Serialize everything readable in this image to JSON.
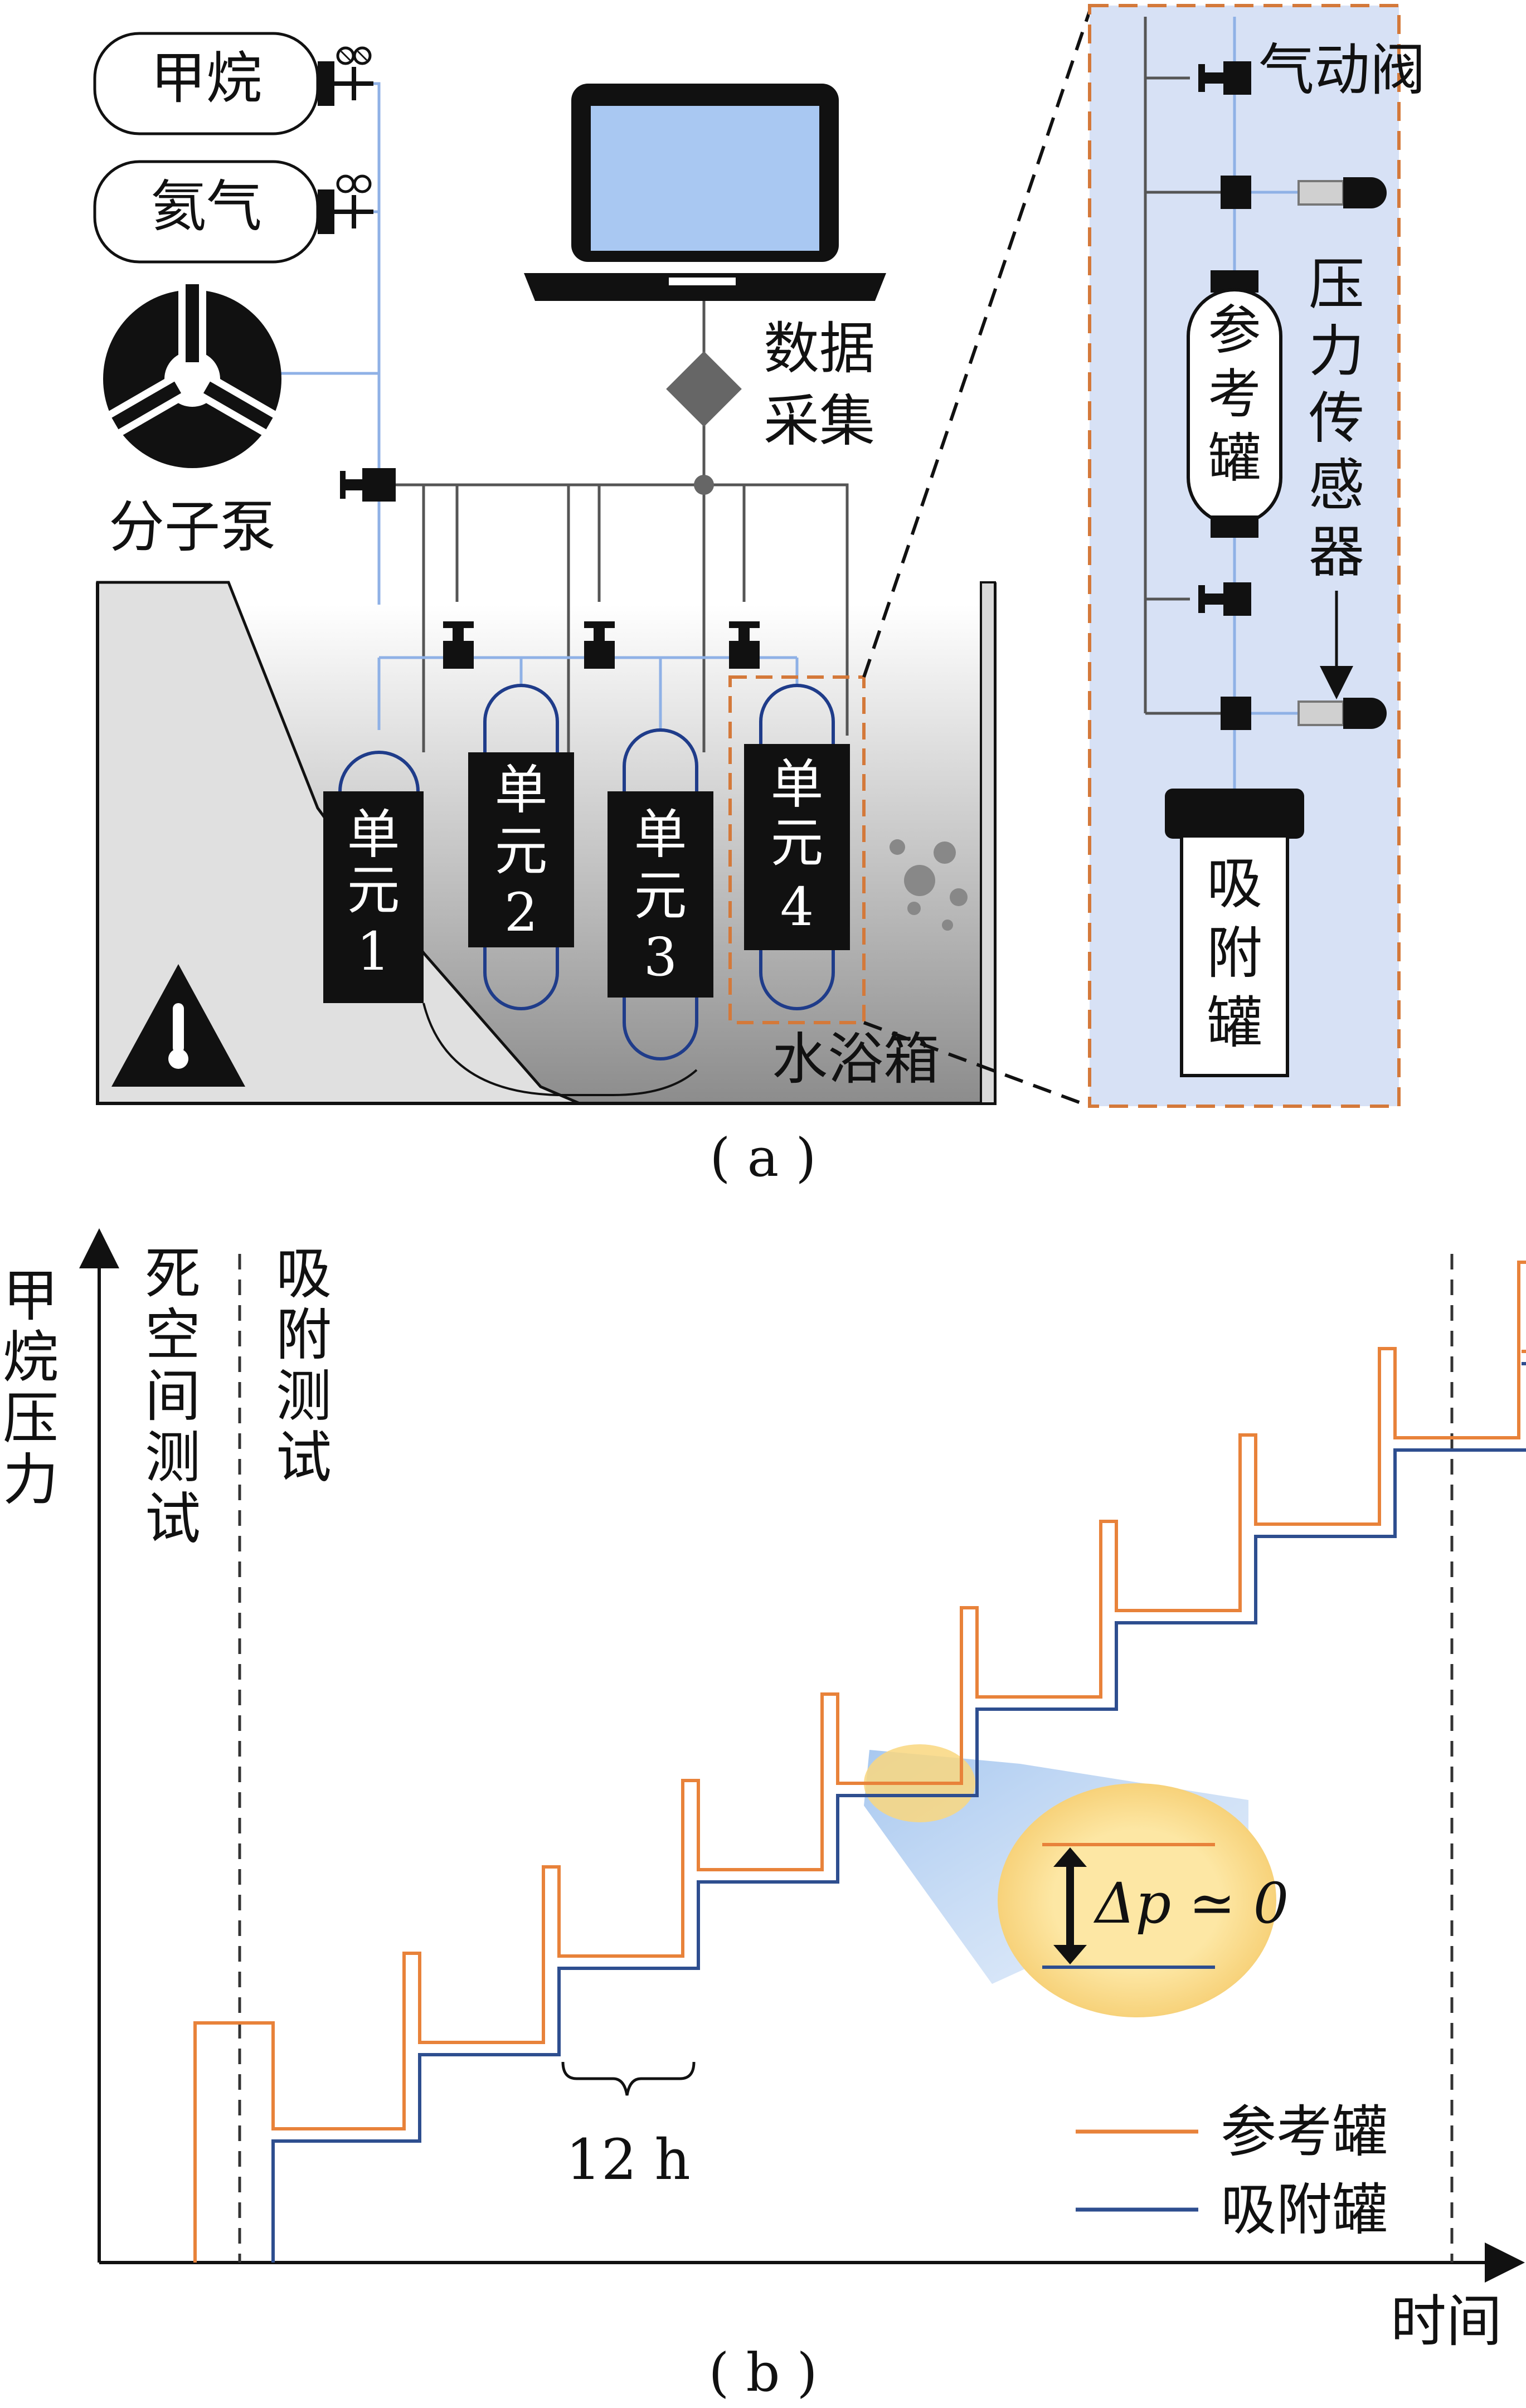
{
  "panel_a": {
    "caption": "( a )",
    "gas_methane": "甲烷",
    "gas_helium": "氦气",
    "pump": "分子泵",
    "computer_label_1": "数据",
    "computer_label_2": "采集",
    "units": [
      {
        "l1": "单",
        "l2": "元",
        "l3": "1"
      },
      {
        "l1": "单",
        "l2": "元",
        "l3": "2"
      },
      {
        "l1": "单",
        "l2": "元",
        "l3": "3"
      },
      {
        "l1": "单",
        "l2": "元",
        "l3": "4"
      }
    ],
    "water_bath": "水浴箱",
    "inset": {
      "valve": "气动阀",
      "ref_tank": [
        "参",
        "考",
        "罐"
      ],
      "sensor": [
        "压",
        "力",
        "传",
        "感",
        "器"
      ],
      "ads_tank": [
        "吸",
        "附",
        "罐"
      ]
    }
  },
  "panel_b": {
    "caption": "( b )",
    "y_label": [
      "甲",
      "烷",
      "压",
      "力"
    ],
    "x_label": "时间",
    "phase_1": [
      "死",
      "空",
      "间",
      "测",
      "试"
    ],
    "phase_2": [
      "吸",
      "附",
      "测",
      "试"
    ],
    "interval": "12 h",
    "delta": "Δp ≃ 0",
    "colors": {
      "reference": "#E8823A",
      "adsorption": "#2E4E8F"
    },
    "chart_data": {
      "type": "line",
      "series": [
        {
          "name": "参考罐",
          "steps": 9
        },
        {
          "name": "吸附罐",
          "steps": 9
        }
      ]
    }
  }
}
